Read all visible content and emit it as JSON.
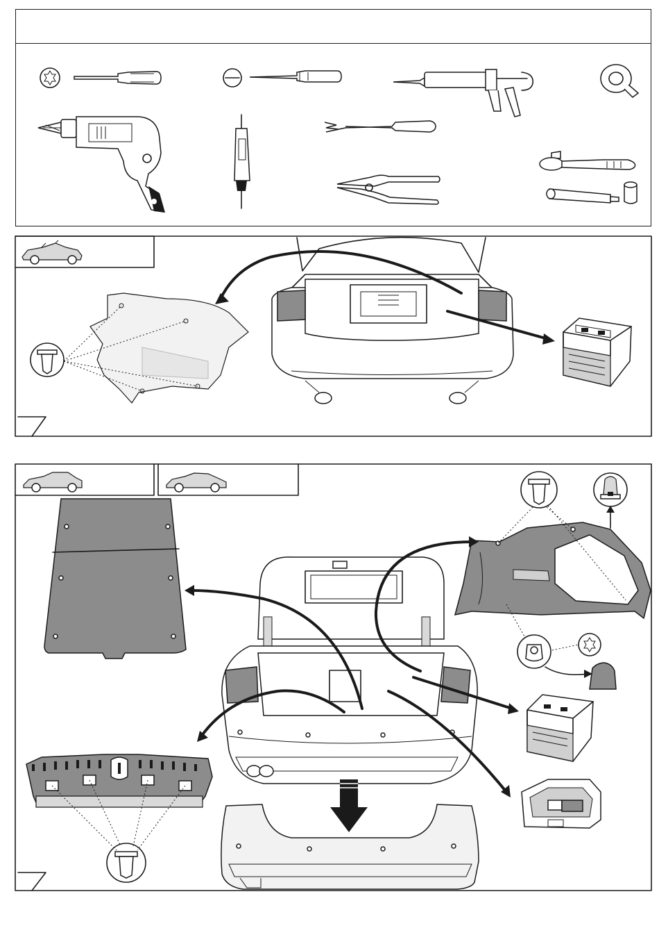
{
  "sections": {
    "tools": {
      "header_text": "",
      "items": [
        "torx-screwdriver",
        "flat-screwdriver",
        "caulking-gun",
        "insulating-tape",
        "drill",
        "voltage-tester",
        "trim-removal-tool",
        "pliers",
        "ratchet",
        "socket-extension"
      ]
    },
    "convertible_step": {
      "vehicle_tab": "convertible-icon",
      "items": [
        "trunk-side-trim-panel",
        "push-clip",
        "open-trunk-convertible",
        "battery"
      ]
    },
    "sedan_coupe_step": {
      "vehicle_tabs": [
        "sedan-icon",
        "coupe-icon"
      ],
      "items": [
        "trunk-floor-panel",
        "trunk-side-trim",
        "push-clip",
        "fastener-cap",
        "torx-screw",
        "nut-cover",
        "battery",
        "spare-wheel-well-tray",
        "trunk-sill-trim",
        "rear-bumper-cover",
        "open-trunk-sedan"
      ]
    }
  },
  "colors": {
    "line": "#1a1a1a",
    "part_gray": "#8c8c8c",
    "light_gray": "#d9d9d9"
  }
}
